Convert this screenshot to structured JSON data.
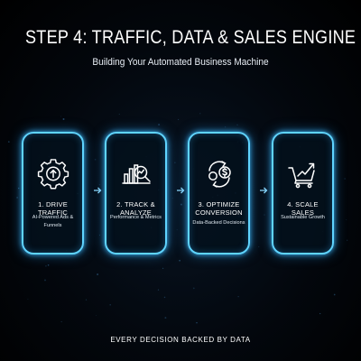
{
  "header": {
    "title": "STEP 4: TRAFFIC, DATA & SALES ENGINE",
    "subtitle": "Building Your Automated Business Machine"
  },
  "steps": [
    {
      "label_lines": [
        "1. DRIVE TRAFFIC"
      ],
      "desc_lines": [
        "AI-Powered Ads &",
        "Funnels"
      ],
      "icon": "gear-upload-icon"
    },
    {
      "label_lines": [
        "2. TRACK & ANALYZE"
      ],
      "desc_lines": [
        "Performance & Metrics"
      ],
      "icon": "chart-magnifier-icon"
    },
    {
      "label_lines": [
        "3. OPTIMIZE",
        "CONVERSION"
      ],
      "desc_lines": [
        "Data-Backed Decisions"
      ],
      "icon": "dollar-cycle-icon"
    },
    {
      "label_lines": [
        "4. SCALE SALES"
      ],
      "desc_lines": [
        "Sustainable Growth"
      ],
      "icon": "cart-growth-icon"
    }
  ],
  "footer": "EVERY DECISION BACKED BY DATA",
  "colors": {
    "background": "#000000",
    "accent_glow": "#5fd4ff",
    "text": "#ffffff"
  }
}
